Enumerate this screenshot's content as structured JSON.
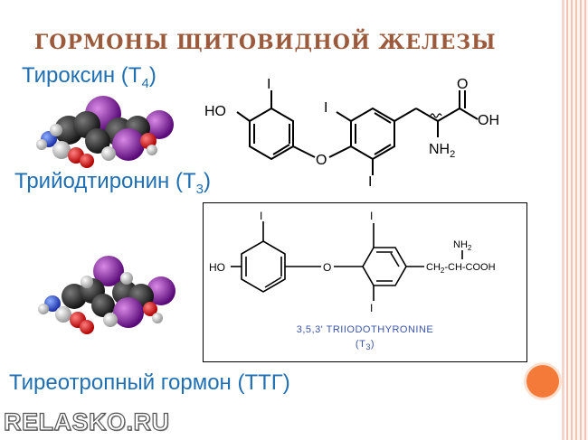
{
  "slide": {
    "title": "ГОРМОНЫ ЩИТОВИДНОЙ ЖЕЛЕЗЫ",
    "accent_color": "#9c5a3c",
    "label_color": "#1f6fb2"
  },
  "hormones": [
    {
      "name": "Тироксин (Т",
      "sub": "4",
      "close": ")"
    },
    {
      "name": "Трийодтиронин (Т",
      "sub": "3",
      "close": ")"
    },
    {
      "name": "Тиреотропный гормон (ТТГ)"
    }
  ],
  "structure1": {
    "labels": {
      "ho": "HO",
      "i1": "I",
      "i2": "I",
      "i3": "I",
      "o": "O",
      "oh": "OH",
      "o_top": "O",
      "nh2": "NH",
      "nh2_sub": "2"
    }
  },
  "structure2": {
    "labels": {
      "ho": "HO",
      "i1": "I",
      "i2": "I",
      "i3": "I",
      "o": "O",
      "ch2": "CH",
      "ch2_sub": "2",
      "chain": "-CH-COOH",
      "nh2": "NH",
      "nh2_sub": "2"
    },
    "caption": "3,5,3' TRIIODOTHYRONINE",
    "caption2": "(T",
    "caption2_sub": "3",
    "caption2_close": ")"
  },
  "watermark": "RELASKO.RU"
}
